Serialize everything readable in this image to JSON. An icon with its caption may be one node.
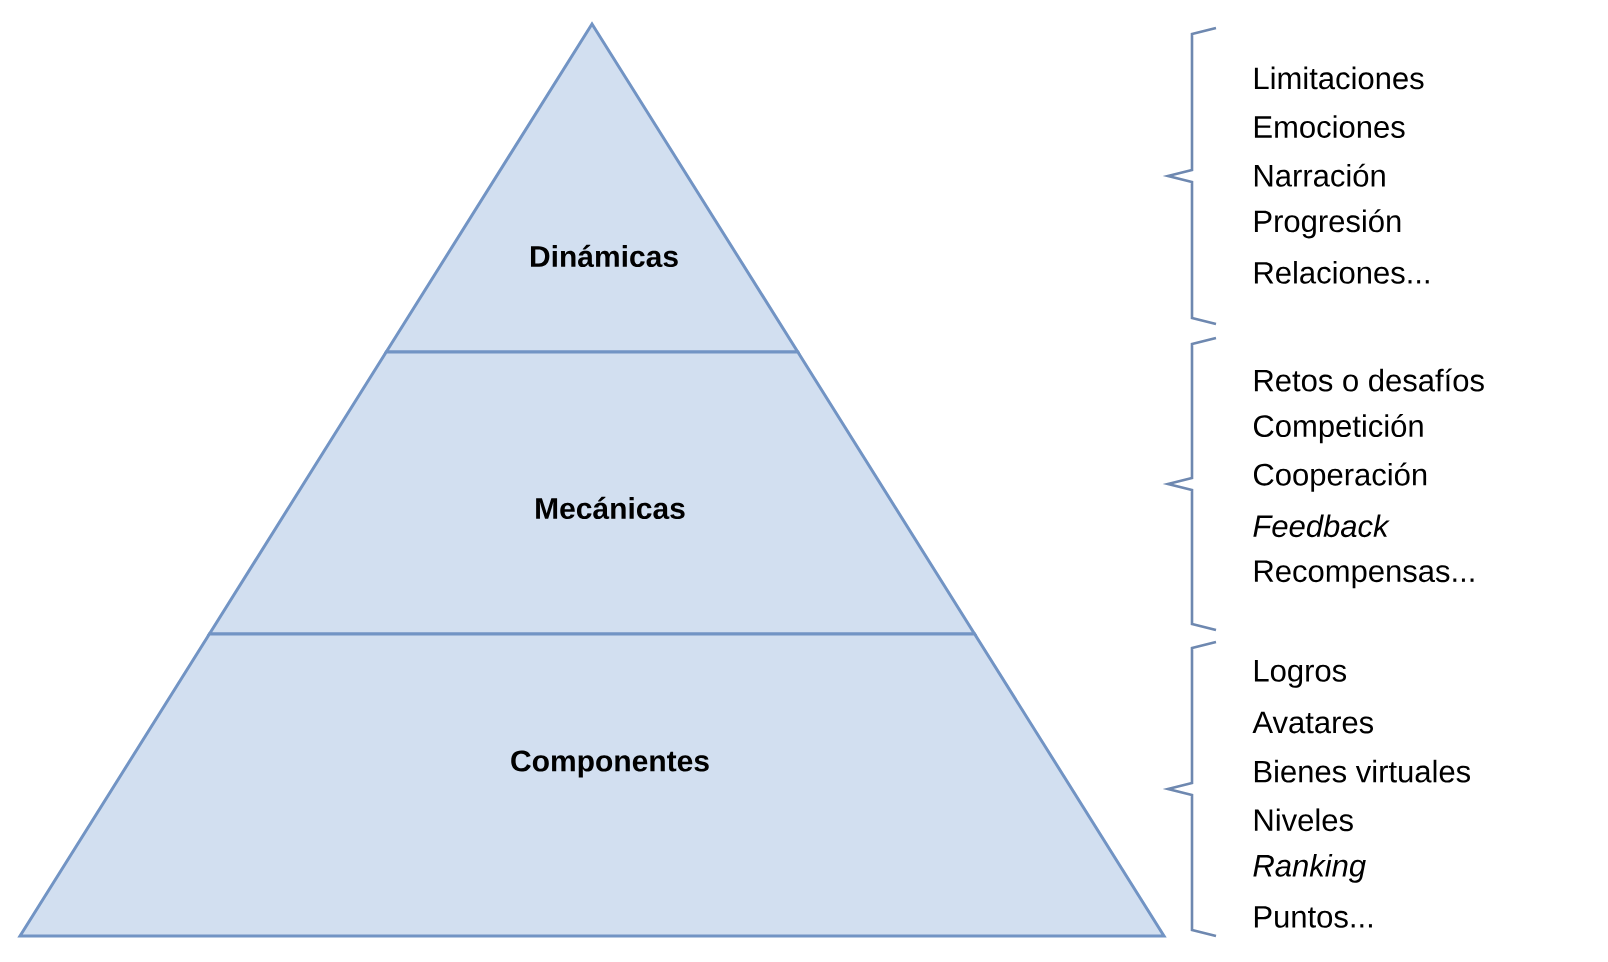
{
  "diagram": {
    "nodes": [
      {
        "text": [
          "Dinámicas"
        ],
        "beside": [
          "Limitaciones",
          "Emociones",
          "Narración",
          "Progresión",
          "Relaciones..."
        ]
      },
      {
        "text": [
          "Mecánicas"
        ],
        "beside": [
          "Retos o desafíos",
          "Competición",
          "Cooperación",
          "Feedback",
          "Recompensas..."
        ]
      },
      {
        "text": [
          "Componentes"
        ],
        "beside": [
          "Logros",
          "Avatares",
          "Bienes virtuales",
          "Niveles",
          "Ranking",
          "Puntos..."
        ]
      }
    ]
  }
}
